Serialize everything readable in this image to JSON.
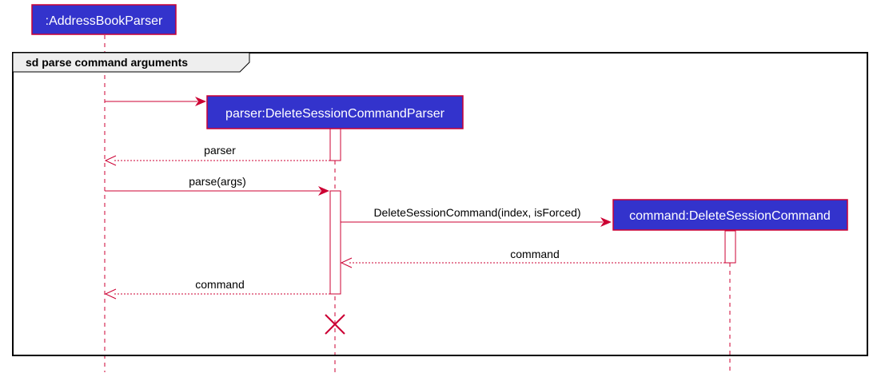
{
  "frame": {
    "title": "sd parse command arguments"
  },
  "participants": {
    "address_book_parser": ":AddressBookParser",
    "parser": "parser:DeleteSessionCommandParser",
    "command": "command:DeleteSessionCommand"
  },
  "messages": {
    "create_parser": "",
    "return_parser": "parser",
    "parse_args": "parse(args)",
    "create_command": "DeleteSessionCommand(index, isForced)",
    "return_command_to_parser": "command",
    "return_command_to_abp": "command"
  }
}
